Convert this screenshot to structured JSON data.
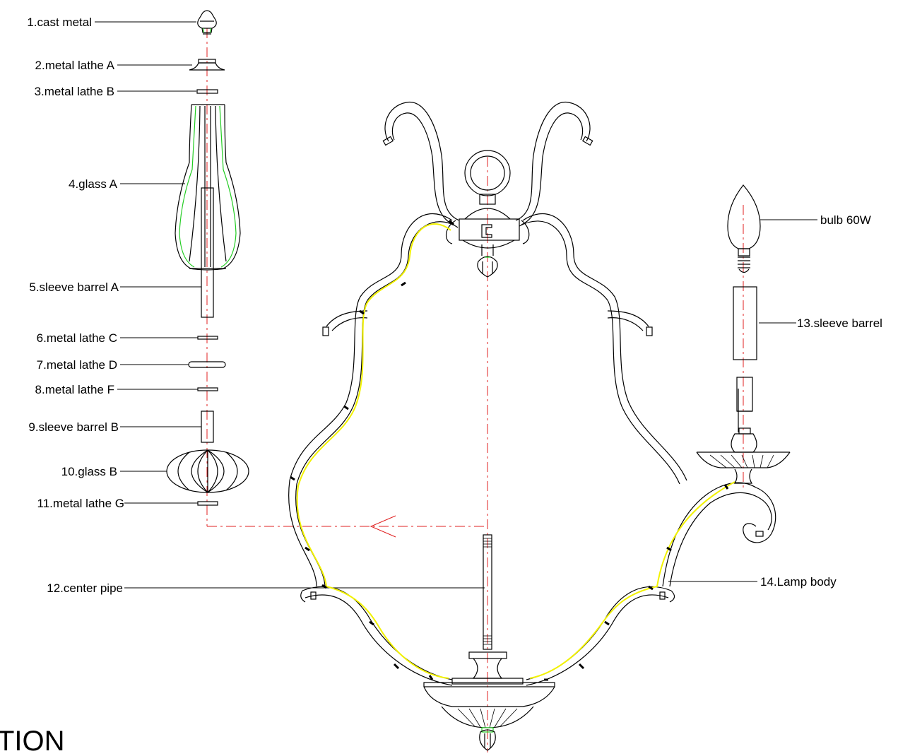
{
  "labels": {
    "p1": "1.cast metal",
    "p2": "2.metal lathe A",
    "p3": "3.metal lathe B",
    "p4": "4.glass A",
    "p5": "5.sleeve barrel A",
    "p6": "6.metal lathe C",
    "p7": "7.metal lathe D",
    "p8": "8.metal lathe F",
    "p9": "9.sleeve barrel B",
    "p10": "10.glass B",
    "p11": "11.metal lathe G",
    "p12": "12.center pipe",
    "p13": "13.sleeve barrel",
    "p14": "14.Lamp body",
    "bulb": "bulb 60W"
  },
  "cut_title": "TION",
  "colors": {
    "line": "#000000",
    "axis": "#e02020",
    "wire": "#f2f200",
    "glass_inner": "#22cc22"
  }
}
